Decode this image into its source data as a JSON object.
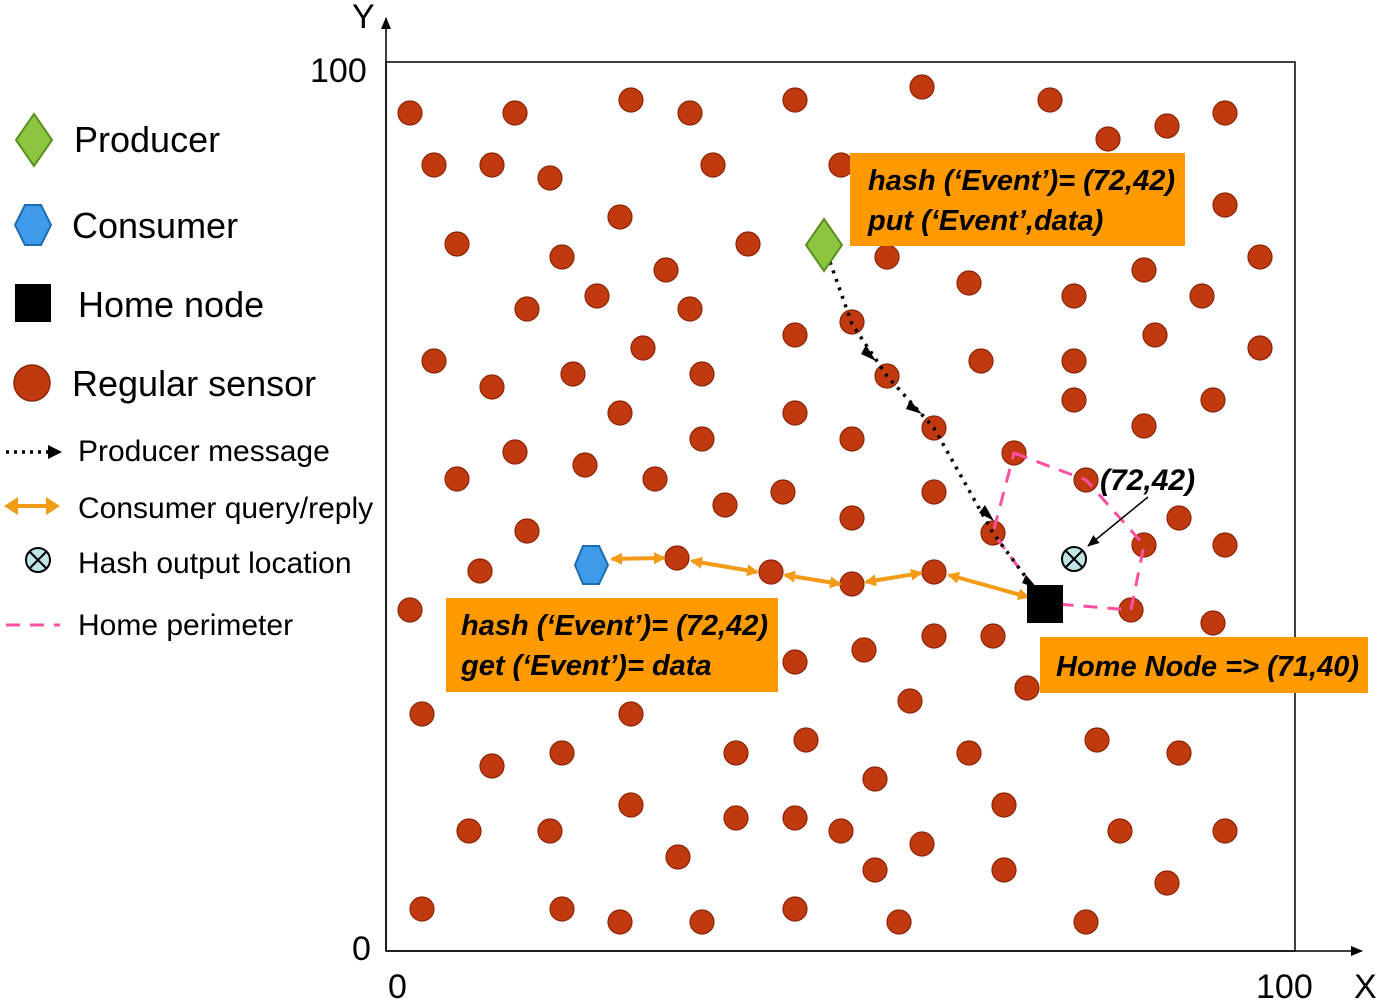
{
  "axes": {
    "y_label": "Y",
    "x_label": "X",
    "y_top": "100",
    "y_bottom": "0",
    "x_left": "0",
    "x_right": "100"
  },
  "legend": {
    "producer": "Producer",
    "consumer": "Consumer",
    "home_node": "Home node",
    "regular_sensor": "Regular sensor",
    "producer_message": "Producer message",
    "consumer_query": "Consumer query/reply",
    "hash_output": "Hash output location",
    "home_perimeter": "Home perimeter"
  },
  "producer_box": {
    "line1": "hash (‘Event’)= (72,42)",
    "line2": "put (‘Event’,data)"
  },
  "consumer_box": {
    "line1": "hash (‘Event’)= (72,42)",
    "line2": "get (‘Event’)= data"
  },
  "home_box": {
    "line1": "Home Node => (71,40)"
  },
  "hash_callout": "(72,42)",
  "colors": {
    "sensor": "#c0390f",
    "producer": "#8cc63f",
    "consumer": "#3d9be9",
    "home": "#000000",
    "box": "#ff9900",
    "perimeter": "#ff4fa0",
    "consumer_arrow": "#f39a16"
  }
}
